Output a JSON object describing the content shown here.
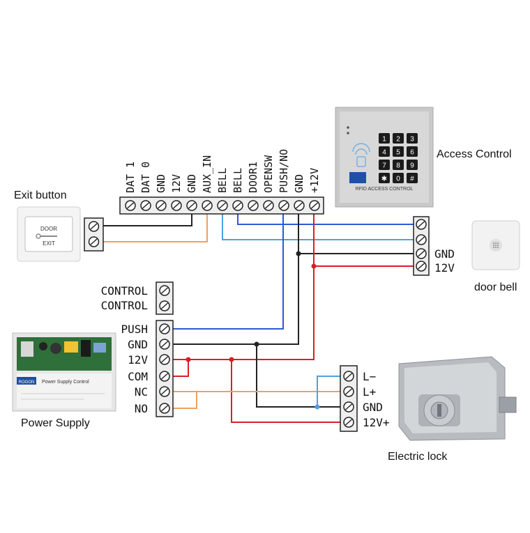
{
  "captions": {
    "exit_button": "Exit button",
    "access_control": "Access Control",
    "door_bell": "door bell",
    "power_supply": "Power Supply",
    "electric_lock": "Electric lock"
  },
  "controller_terminals": [
    "DAT 1",
    "DAT 0",
    "GND",
    "12V",
    "GND",
    "AUX_IN",
    "BELL",
    "BELL",
    "DOOR1",
    "OPENSW",
    "PUSH/NO",
    "GND",
    "+12V"
  ],
  "power_supply_terminals": {
    "control_1": "CONTROL",
    "control_2": "CONTROL",
    "push": "PUSH",
    "gnd": "GND",
    "v12": "12V",
    "com": "COM",
    "nc": "NC",
    "no": "NO"
  },
  "door_bell_terminals": {
    "gnd": "GND",
    "v12": "12V"
  },
  "lock_terminals": {
    "l_minus": "L−",
    "l_plus": "L+",
    "gnd": "GND",
    "v12": "12V+"
  },
  "device_print": {
    "exit_door": "DOOR",
    "exit_exit": "EXIT",
    "rfid": "RFID ACCESS CONTROL",
    "keypad_keys": [
      "1",
      "2",
      "3",
      "4",
      "5",
      "6",
      "7",
      "8",
      "9",
      "✱",
      "0",
      "#"
    ],
    "psu_title": "Power Supply Control",
    "psu_brand": "ROGON"
  },
  "wire_colors": {
    "black": "#222222",
    "red": "#d81f26",
    "blue": "#2a5bd7",
    "light_blue": "#4aa3df",
    "orange": "#f0a060",
    "terminal_fill": "#e8e8e8"
  }
}
